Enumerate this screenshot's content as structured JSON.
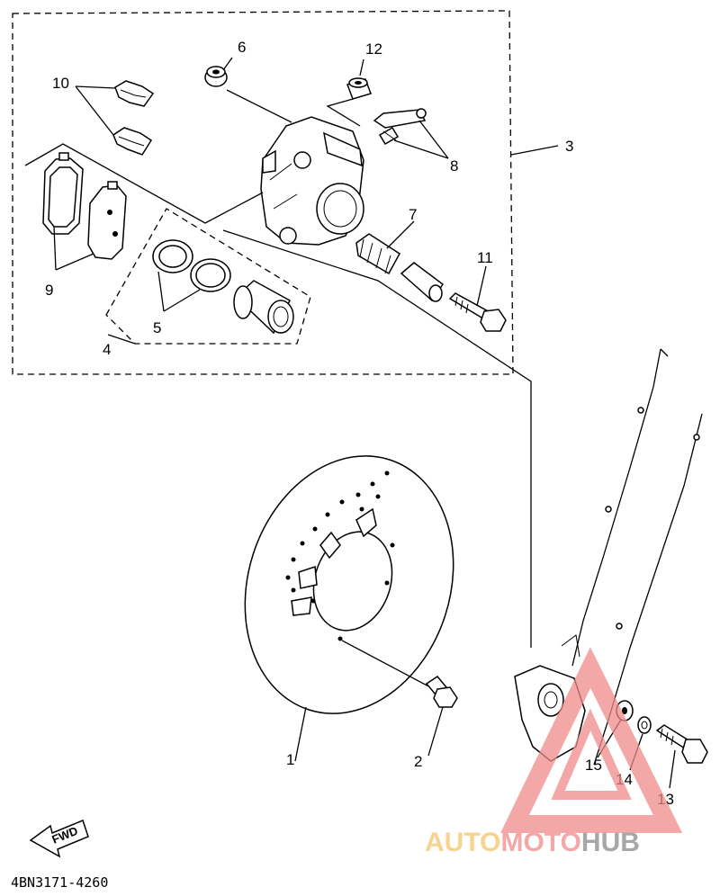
{
  "callouts": [
    {
      "id": "c1",
      "text": "1"
    },
    {
      "id": "c2",
      "text": "2"
    },
    {
      "id": "c3",
      "text": "3"
    },
    {
      "id": "c4",
      "text": "4"
    },
    {
      "id": "c5",
      "text": "5"
    },
    {
      "id": "c6",
      "text": "6"
    },
    {
      "id": "c7",
      "text": "7"
    },
    {
      "id": "c8",
      "text": "8"
    },
    {
      "id": "c9",
      "text": "9"
    },
    {
      "id": "c10",
      "text": "10"
    },
    {
      "id": "c11",
      "text": "11"
    },
    {
      "id": "c12",
      "text": "12"
    },
    {
      "id": "c13",
      "text": "13"
    },
    {
      "id": "c14",
      "text": "14"
    },
    {
      "id": "c15",
      "text": "15"
    }
  ],
  "fwd_label": "FWD",
  "diagram_code": "4BN3171-4260",
  "watermark": {
    "part1": "AUTO",
    "part2": "MOTO",
    "part3": "HUB",
    "color1": "#f5c56a",
    "color2": "#f08a8a",
    "color3": "#8a8a8a"
  }
}
